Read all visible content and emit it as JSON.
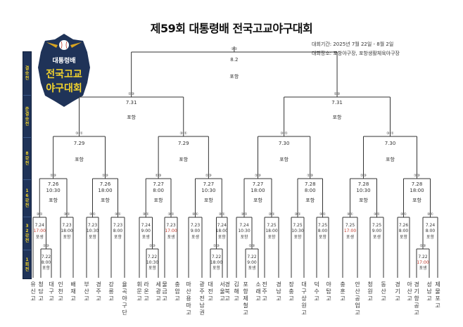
{
  "title": "제59회 대통령배 전국고교야구대회",
  "info": {
    "period": "대회기간: 2025년 7월 22일 - 8월 2일",
    "venue": "대회장소: 포항야구장, 포항생활체육야구장"
  },
  "logo": {
    "line1": "대통령배",
    "line2": "전국고교",
    "line3": "야구대회",
    "colors": {
      "badge": "#1f3358",
      "accent": "#f2d32c"
    }
  },
  "rounds": [
    "결승전",
    "준결승전",
    "8강전",
    "16강전",
    "32강전",
    "1회전"
  ],
  "colors": {
    "line": "#333333",
    "highlight_time": "#c0392b",
    "round_bg": "#1f3358",
    "round_text": "#f2d32c"
  },
  "bracket": {
    "date": "8.2",
    "venue": "포항",
    "marks": "③①",
    "children": [
      {
        "date": "7.31",
        "venue": "포항",
        "marks": "①③",
        "children": [
          {
            "date": "7.29",
            "venue": "포항",
            "marks": "③ ①",
            "children": [
              {
                "date": "7.26",
                "time": "10:30",
                "venue": "포항",
                "marks": "①③",
                "children": [
                  {
                    "date": "7.24",
                    "time": "17:00",
                    "highlight": true,
                    "venue": "포생",
                    "marks": "③①",
                    "children": [
                      {
                        "team": "유신고"
                      },
                      {
                        "date": "7.22",
                        "time": "8:00",
                        "venue": "포항",
                        "marks": "①③",
                        "children": [
                          {
                            "team": "청담고"
                          },
                          {
                            "team": "대구고"
                          }
                        ]
                      }
                    ]
                  },
                  {
                    "date": "7.23",
                    "time": "18:00",
                    "venue": "포항",
                    "marks": "③①",
                    "children": [
                      {
                        "team": "인천고"
                      },
                      {
                        "team": "배재고"
                      }
                    ]
                  }
                ]
              },
              {
                "date": "7.26",
                "time": "18:00",
                "venue": "포항",
                "marks": "①③",
                "children": [
                  {
                    "date": "7.23",
                    "time": "10:30",
                    "venue": "포항",
                    "marks": "③①",
                    "children": [
                      {
                        "team": "부산고"
                      },
                      {
                        "team": "경주고"
                      }
                    ]
                  },
                  {
                    "date": "7.23",
                    "time": "8:00",
                    "venue": "포항",
                    "marks": "③①",
                    "children": [
                      {
                        "team": "강릉고"
                      },
                      {
                        "team": "율곡야구단"
                      }
                    ]
                  }
                ]
              }
            ]
          },
          {
            "date": "7.29",
            "venue": "포항",
            "marks": "③ ①",
            "children": [
              {
                "date": "7.27",
                "time": "8:00",
                "venue": "포항",
                "marks": "①③",
                "children": [
                  {
                    "date": "7.24",
                    "time": "9:00",
                    "venue": "포생",
                    "marks": "③①",
                    "children": [
                      {
                        "team": "휘문고"
                      },
                      {
                        "date": "7.22",
                        "time": "10:30",
                        "venue": "포항",
                        "marks": "①③",
                        "children": [
                          {
                            "team": "라온고"
                          },
                          {
                            "team": "세광고"
                          }
                        ]
                      }
                    ]
                  },
                  {
                    "date": "7.23",
                    "time": "17:00",
                    "highlight": true,
                    "venue": "포생",
                    "marks": "③①",
                    "children": [
                      {
                        "team": "물금고"
                      },
                      {
                        "team": "충암고"
                      }
                    ]
                  }
                ]
              },
              {
                "date": "7.27",
                "time": "10:30",
                "venue": "포항",
                "marks": "①③",
                "children": [
                  {
                    "date": "7.23",
                    "time": "9:00",
                    "venue": "포생",
                    "marks": "③①",
                    "children": [
                      {
                        "team": "마산용마고"
                      },
                      {
                        "team": "광주전남권"
                      }
                    ]
                  },
                  {
                    "date": "7.24",
                    "time": "18:00",
                    "venue": "포항",
                    "marks": "③①",
                    "children": [
                      {
                        "date": "7.22",
                        "time": "18:00",
                        "venue": "포항",
                        "marks": "①③",
                        "children": [
                          {
                            "team": "대전고"
                          },
                          {
                            "team": "서울고"
                          }
                        ]
                      },
                      {
                        "team": "경북고"
                      }
                    ]
                  }
                ]
              }
            ]
          }
        ]
      },
      {
        "date": "7.31",
        "venue": "포항",
        "marks": "①③",
        "children": [
          {
            "date": "7.30",
            "venue": "포항",
            "marks": "③ ①",
            "children": [
              {
                "date": "7.27",
                "time": "18:00",
                "venue": "포항",
                "marks": "①③",
                "children": [
                  {
                    "date": "7.24",
                    "time": "10:30",
                    "venue": "포항",
                    "marks": "③①",
                    "children": [
                      {
                        "team": "김해고"
                      },
                      {
                        "date": "7.22",
                        "time": "9:00",
                        "venue": "포생",
                        "marks": "①③",
                        "children": [
                          {
                            "team": "포항제철고"
                          },
                          {
                            "team": "소래고"
                          }
                        ]
                      }
                    ]
                  },
                  {
                    "date": "7.25",
                    "time": "18:00",
                    "venue": "포항",
                    "marks": "③①",
                    "children": [
                      {
                        "team": "전주고"
                      },
                      {
                        "team": "경남고"
                      }
                    ]
                  }
                ]
              },
              {
                "date": "7.28",
                "time": "8:00",
                "venue": "포항",
                "marks": "①③",
                "children": [
                  {
                    "date": "7.25",
                    "time": "10:30",
                    "venue": "포항",
                    "marks": "③①",
                    "children": [
                      {
                        "team": "장충고"
                      },
                      {
                        "team": "대구상원고"
                      }
                    ]
                  },
                  {
                    "date": "7.25",
                    "time": "8:00",
                    "venue": "포항",
                    "marks": "③①",
                    "children": [
                      {
                        "team": "덕수고"
                      },
                      {
                        "team": "야탑고"
                      }
                    ]
                  }
                ]
              }
            ]
          },
          {
            "date": "7.30",
            "venue": "포항",
            "marks": "③ ①",
            "children": [
              {
                "date": "7.28",
                "time": "10:30",
                "venue": "포항",
                "marks": "①③",
                "children": [
                  {
                    "date": "7.25",
                    "time": "17:00",
                    "highlight": true,
                    "venue": "포생",
                    "marks": "③①",
                    "children": [
                      {
                        "team": "충훈고"
                      },
                      {
                        "team": "안산공업고"
                      }
                    ]
                  },
                  {
                    "date": "7.25",
                    "time": "9:00",
                    "venue": "포생",
                    "marks": "③①",
                    "children": [
                      {
                        "team": "청원고"
                      },
                      {
                        "team": "동산고"
                      }
                    ]
                  }
                ]
              },
              {
                "date": "7.28",
                "time": "18:00",
                "venue": "포항",
                "marks": "①③",
                "children": [
                  {
                    "date": "7.26",
                    "time": "8:00",
                    "venue": "포항",
                    "marks": "③①",
                    "children": [
                      {
                        "team": "경기고"
                      },
                      {
                        "team": "아산고"
                      }
                    ]
                  },
                  {
                    "date": "7.24",
                    "time": "8:00",
                    "venue": "포항",
                    "marks": "③①",
                    "children": [
                      {
                        "date": "7.22",
                        "time": "17:00",
                        "highlight": true,
                        "venue": "포생",
                        "marks": "①③",
                        "children": [
                          {
                            "team": "경기항공고"
                          },
                          {
                            "team": "성남고"
                          }
                        ]
                      },
                      {
                        "team": "제물포고"
                      }
                    ]
                  }
                ]
              }
            ]
          }
        ]
      }
    ]
  }
}
